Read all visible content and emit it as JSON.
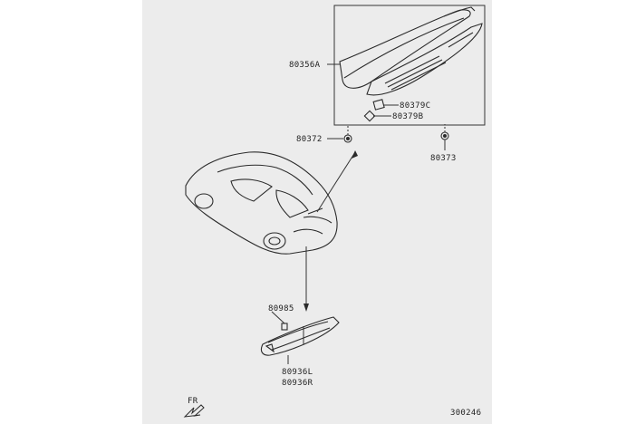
{
  "diagram": {
    "parts": {
      "spoiler": "80356A",
      "clip_c": "80379C",
      "clip_b": "80379B",
      "grommet_left": "80372",
      "grommet_right": "80373",
      "lamp_bulb": "80985",
      "lamp_left": "80936L",
      "lamp_right": "80936R"
    },
    "direction_marker": "FR",
    "figure_code": "300246"
  },
  "colors": {
    "paper": "#ececec",
    "background": "#ffffff",
    "ink": "#2b2b2b"
  },
  "icons": {
    "fr_arrow": "front-direction-arrow-icon"
  }
}
